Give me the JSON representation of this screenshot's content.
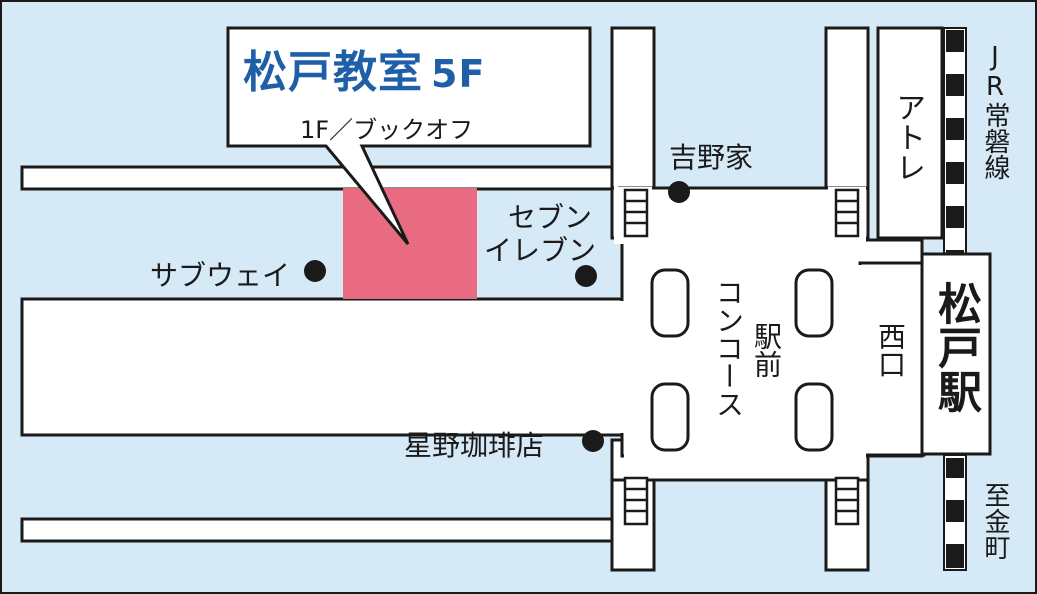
{
  "school": {
    "name": "松戸教室",
    "floor": "5F",
    "location_note": "1F／ブックオフ"
  },
  "landmarks": {
    "yoshinoya": "吉野家",
    "seven_eleven_line1": "セブン",
    "seven_eleven_line2": "イレブン",
    "subway": "サブウェイ",
    "hoshino_coffee": "星野珈琲店",
    "atre": "アトレ"
  },
  "concourse": {
    "label1": "駅前",
    "label2": "コンコース"
  },
  "station": {
    "name": "松戸駅",
    "exit": "西口"
  },
  "railway": {
    "line": "JR常磐線",
    "direction": "至金町"
  },
  "colors": {
    "background": "#d6e9f7",
    "road": "#ffffff",
    "outline": "#1a1a1a",
    "school_block": "#e86b82",
    "title_blue": "#1f5fa8"
  }
}
